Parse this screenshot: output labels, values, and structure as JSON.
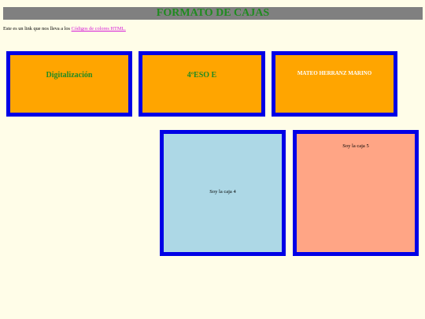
{
  "header": {
    "title": "FORMATO DE CAJAS"
  },
  "intro": {
    "text": "Este es un link que nos lleva a los ",
    "link_label": "Códigos de colores HTML."
  },
  "boxes": [
    {
      "label": "Digitalización"
    },
    {
      "label": "4ºESO E"
    },
    {
      "label": "MATEO HERRANZ MARINO"
    },
    {
      "label": "Soy la caja 4"
    },
    {
      "label": "Soy la caja 5"
    }
  ],
  "colors": {
    "page_bg": "#fffde8",
    "title_bar_bg": "#808080",
    "title_text": "#1f8b1f",
    "link": "#d61ad6",
    "box_border": "#0000e6",
    "orange_box": "#ffa500",
    "blue_box": "#add8e6",
    "salmon_box": "#ffa585"
  }
}
